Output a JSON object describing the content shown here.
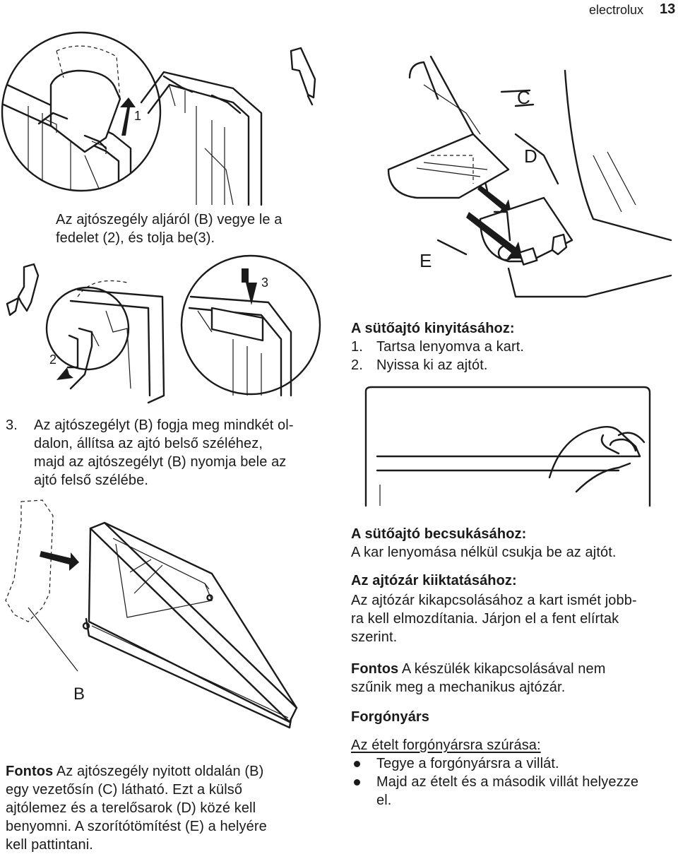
{
  "header": {
    "brand": "electrolux",
    "page_number": "13"
  },
  "figures": {
    "fig1": {
      "label_1": "1"
    },
    "fig2": {
      "label_2": "2",
      "label_3": "3"
    },
    "fig3": {
      "label_c": "C",
      "label_d": "D",
      "label_e": "E"
    },
    "fig5": {
      "label_b": "B"
    }
  },
  "left": {
    "caption_fig1": [
      "Az ajtószegély aljáról (B) vegye le a",
      "fedelet (2), és tolja be(3)."
    ],
    "step3": {
      "number": "3.",
      "lines": [
        "Az ajtószegélyt (B) fogja meg mindkét ol-",
        "dalon, állítsa az ajtó belső széléhez,",
        "majd az ajtószegélyt (B) nyomja bele az",
        "ajtó felső szélébe."
      ]
    },
    "important": {
      "label": "Fontos",
      "first_line": " Az ajtószegély nyitott oldalán (B)",
      "lines": [
        "egy vezetősín (C) látható. Ezt a külső",
        "ajtólemez és a terelősarok (D) közé kell",
        "benyomni. A szorítótömítést (E) a helyére",
        "kell pattintani."
      ]
    }
  },
  "right": {
    "open": {
      "heading": "A sütőajtó kinyitásához:",
      "steps": [
        {
          "n": "1.",
          "text": "Tartsa lenyomva a kart."
        },
        {
          "n": "2.",
          "text": "Nyissa ki az ajtót."
        }
      ]
    },
    "close": {
      "heading": "A sütőajtó becsukásához:",
      "text": "A kar lenyomása nélkül csukja be az ajtót."
    },
    "disable_lock": {
      "heading": "Az ajtózár kiiktatásához:",
      "lines": [
        "Az ajtózár kikapcsolásához a kart ismét jobb-",
        "ra kell elmozdítania. Járjon el a fent elírtak",
        "szerint."
      ]
    },
    "important": {
      "label": "Fontos",
      "first_line": " A készülék kikapcsolásával nem",
      "second_line": "szűnik meg a mechanikus ajtózár."
    },
    "rotisserie": {
      "heading": "Forgónyárs",
      "subheading": "Az ételt forgónyársra szúrása:",
      "bullets": [
        "Tegye a forgónyársra a villát.",
        "Majd az ételt és a második villát helyezze"
      ],
      "bullet2_cont": "el."
    }
  }
}
